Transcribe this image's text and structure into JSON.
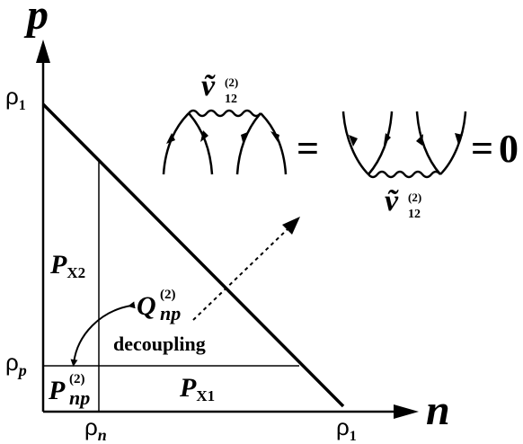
{
  "axes": {
    "y_label": "p",
    "x_label": "n",
    "y_max_label": {
      "base": "ρ",
      "sub": "1"
    },
    "x_max_label": {
      "base": "ρ",
      "sub": "1"
    },
    "y_tick_label": {
      "base": "ρ",
      "sub": "p"
    },
    "x_tick_label": {
      "base": "ρ",
      "sub": "n"
    }
  },
  "regions": {
    "px2": {
      "base": "P",
      "sub": "X2"
    },
    "px1": {
      "base": "P",
      "sub": "X1"
    },
    "pnp": {
      "base": "P",
      "sup": "(2)",
      "sub": "np"
    },
    "qnp": {
      "base": "Q",
      "sup": "(2)",
      "sub": "np"
    },
    "decoupling": "decoupling"
  },
  "equation": {
    "interaction_top": {
      "base": "ṽ",
      "sup": "(2)",
      "sub": "12"
    },
    "interaction_bottom": {
      "base": "ṽ",
      "sup": "(2)",
      "sub": "12"
    },
    "equals_1": "=",
    "equals_2": "=",
    "zero": "0"
  }
}
